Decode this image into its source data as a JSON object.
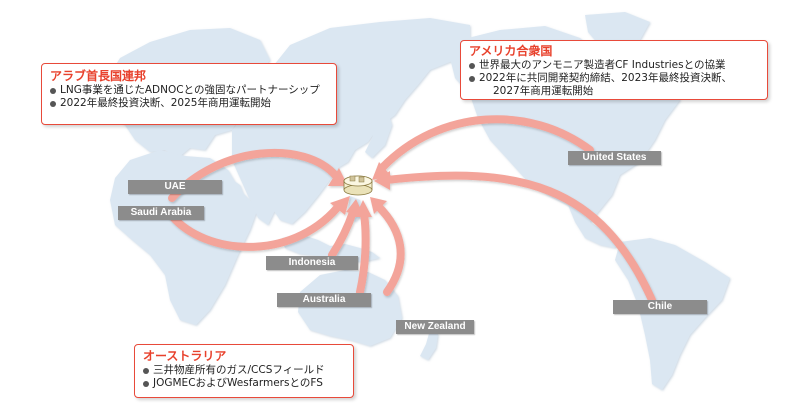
{
  "colors": {
    "ocean": "#ffffff",
    "land": "#dbe7f2",
    "arrow": "#f3a49a",
    "label_bg": "#8c8c8c",
    "callout_border": "#e84a3a",
    "callout_title": "#e8412c"
  },
  "hub_icon": "storage-tank-icon",
  "countries": {
    "uae": "UAE",
    "saudi": "Saudi Arabia",
    "indonesia": "Indonesia",
    "australia": "Australia",
    "new_zealand": "New Zealand",
    "united_states": "United States",
    "chile": "Chile"
  },
  "callouts": {
    "uae": {
      "title": "アラブ首長国連邦",
      "items": [
        "LNG事業を通じたADNOCとの強固なパートナーシップ",
        "2022年最終投資決断、2025年商用運転開始"
      ]
    },
    "usa": {
      "title": "アメリカ合衆国",
      "items": [
        "世界最大のアンモニア製造者CF Industriesとの協業",
        "2022年に共同開発契約締結、2023年最終投資決断、",
        "2027年商用運転開始"
      ]
    },
    "australia": {
      "title": "オーストラリア",
      "items": [
        "三井物産所有のガス/CCSフィールド",
        "JOGMECおよびWesfarmersとのFS"
      ]
    }
  }
}
